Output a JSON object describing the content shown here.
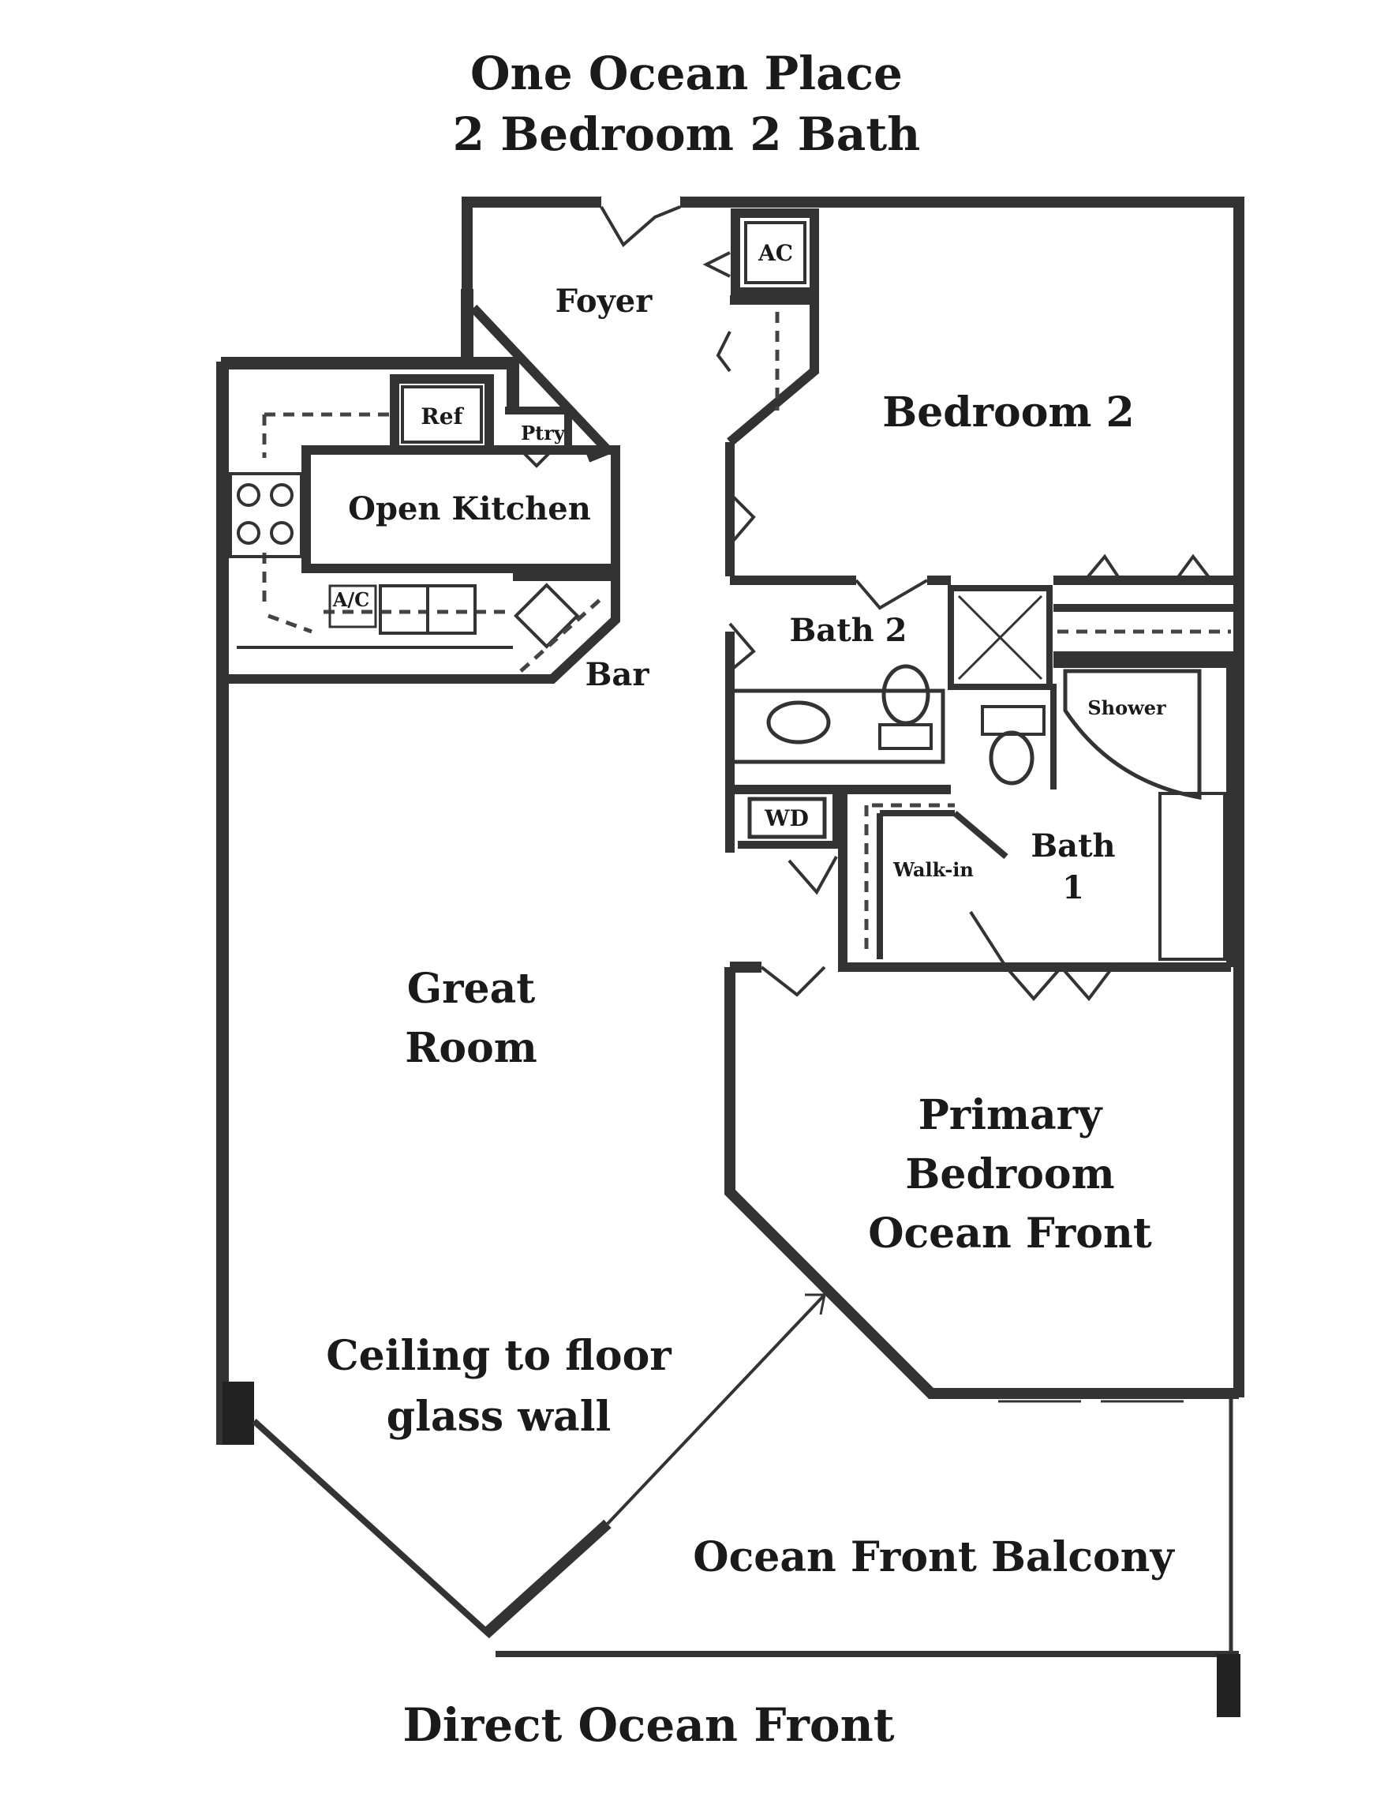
{
  "title": {
    "line1": "One Ocean Place",
    "line2": "2 Bedroom 2 Bath"
  },
  "rooms": {
    "foyer": "Foyer",
    "bedroom2": "Bedroom 2",
    "ref": "Ref",
    "ptry": "Ptry",
    "open_kitchen": "Open Kitchen",
    "ac": "AC",
    "bath2": "Bath 2",
    "bar": "Bar",
    "shower": "Shower",
    "wd": "WD",
    "walkin": "Walk-in",
    "bath1_line1": "Bath",
    "bath1_line2": "1",
    "great_room_line1": "Great",
    "great_room_line2": "Room",
    "primary_line1": "Primary",
    "primary_line2": "Bedroom",
    "primary_line3": "Ocean Front",
    "glass_line1": "Ceiling to floor",
    "glass_line2": "glass wall",
    "balcony": "Ocean Front Balcony",
    "ac_kitchen": "A/C"
  },
  "footer": "Direct Ocean Front",
  "colors": {
    "wall": "#333333",
    "text": "#1a1a1a",
    "background": "#ffffff"
  }
}
